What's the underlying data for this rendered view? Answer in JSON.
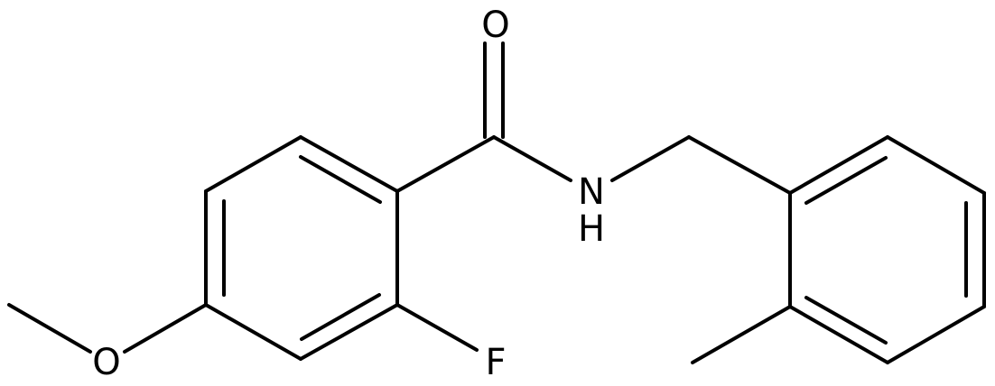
{
  "molecule": {
    "atoms": {
      "O_carbonyl": "O",
      "N_amide": "N",
      "H_amide": "H",
      "F": "F",
      "O_methoxy": "O"
    }
  },
  "colors": {
    "bond": "#000000",
    "background": "#ffffff"
  }
}
